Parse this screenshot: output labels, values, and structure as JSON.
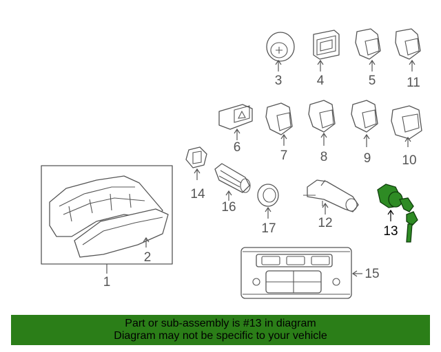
{
  "callouts": {
    "c1": "1",
    "c2": "2",
    "c3": "3",
    "c4": "4",
    "c5": "5",
    "c6": "6",
    "c7": "7",
    "c8": "8",
    "c9": "9",
    "c10": "10",
    "c11": "11",
    "c12": "12",
    "c13": "13",
    "c14": "14",
    "c15": "15",
    "c16": "16",
    "c17": "17"
  },
  "highlighted_part": "13",
  "colors": {
    "highlight": "#2e8b24",
    "banner": "#2b7e18",
    "line": "#555555"
  },
  "banner": {
    "line1": "Part or sub-assembly is #13 in diagram",
    "line2": "Diagram may not be specific to your vehicle"
  }
}
